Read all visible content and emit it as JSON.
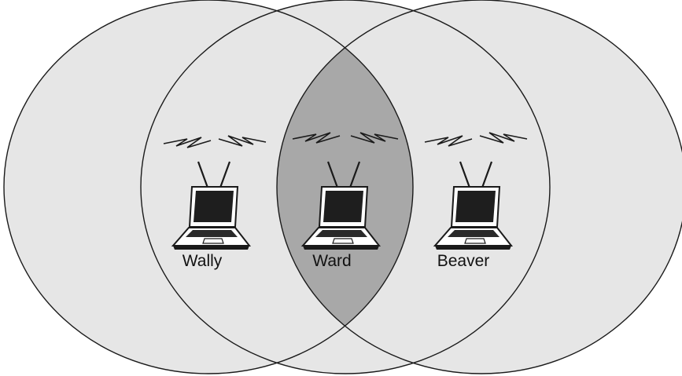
{
  "colors": {
    "background": "#ffffff",
    "range_fill": "#e6e6e6",
    "overlap_fill": "#a8a8a8",
    "outline": "#1a1a1a"
  },
  "nodes": [
    {
      "name": "Wally",
      "icon": "laptop-icon",
      "signal_icon": "wireless-signal-icon"
    },
    {
      "name": "Ward",
      "icon": "laptop-icon",
      "signal_icon": "wireless-signal-icon"
    },
    {
      "name": "Beaver",
      "icon": "laptop-icon",
      "signal_icon": "wireless-signal-icon"
    }
  ]
}
